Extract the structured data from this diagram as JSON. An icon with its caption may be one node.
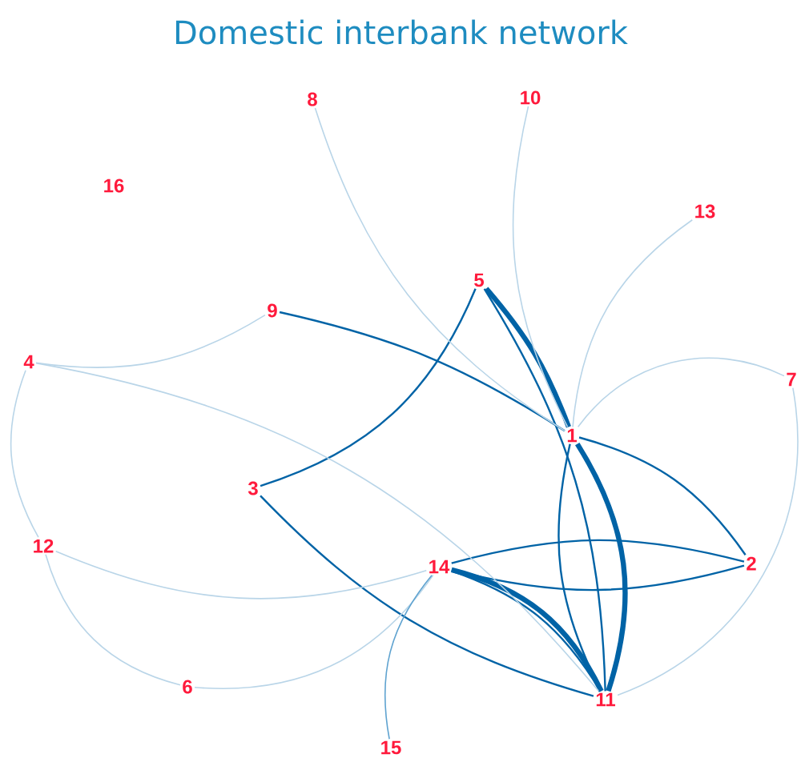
{
  "diagram": {
    "title": "Domestic interbank network",
    "nodes": [
      {
        "text": [
          "1"
        ]
      },
      {
        "text": [
          "2"
        ]
      },
      {
        "text": [
          "3"
        ]
      },
      {
        "text": [
          "4"
        ]
      },
      {
        "text": [
          "5"
        ]
      },
      {
        "text": [
          "6"
        ]
      },
      {
        "text": [
          "7"
        ]
      },
      {
        "text": [
          "8"
        ]
      },
      {
        "text": [
          "9"
        ]
      },
      {
        "text": [
          "10"
        ]
      },
      {
        "text": [
          "11"
        ]
      },
      {
        "text": [
          "12"
        ]
      },
      {
        "text": [
          "13"
        ]
      },
      {
        "text": [
          "14"
        ]
      },
      {
        "text": [
          "15"
        ]
      },
      {
        "text": [
          "16"
        ]
      }
    ],
    "edges": [
      {
        "from": 0,
        "to": 10,
        "arrow": "none",
        "style": "thick"
      },
      {
        "from": 10,
        "to": 0,
        "arrow": "none"
      },
      {
        "from": 13,
        "to": 10,
        "arrow": "none",
        "style": "thick"
      },
      {
        "from": 13,
        "to": 10,
        "arrow": "none"
      },
      {
        "from": 4,
        "to": 0,
        "arrow": "none",
        "style": "thick"
      },
      {
        "from": 4,
        "to": 10,
        "arrow": "none"
      },
      {
        "from": 4,
        "to": 2,
        "arrow": "none"
      },
      {
        "from": 8,
        "to": 0,
        "arrow": "none"
      },
      {
        "from": 2,
        "to": 10,
        "arrow": "none"
      },
      {
        "from": 0,
        "to": 1,
        "arrow": "none"
      },
      {
        "from": 13,
        "to": 1,
        "arrow": "none"
      },
      {
        "from": 1,
        "to": 13,
        "arrow": "none"
      },
      {
        "from": 7,
        "to": 0,
        "arrow": "none",
        "color": "#b9d5e8"
      },
      {
        "from": 9,
        "to": 0,
        "arrow": "none",
        "color": "#b9d5e8"
      },
      {
        "from": 12,
        "to": 0,
        "arrow": "none",
        "color": "#b9d5e8"
      },
      {
        "from": 6,
        "to": 0,
        "arrow": "none",
        "color": "#b9d5e8"
      },
      {
        "from": 6,
        "to": 10,
        "arrow": "none",
        "color": "#b9d5e8"
      },
      {
        "from": 3,
        "to": 8,
        "arrow": "none",
        "color": "#b9d5e8"
      },
      {
        "from": 3,
        "to": 10,
        "arrow": "none",
        "color": "#b9d5e8"
      },
      {
        "from": 3,
        "to": 11,
        "arrow": "none",
        "color": "#b9d5e8"
      },
      {
        "from": 11,
        "to": 13,
        "arrow": "none",
        "color": "#b9d5e8"
      },
      {
        "from": 11,
        "to": 5,
        "arrow": "none",
        "color": "#b9d5e8"
      },
      {
        "from": 5,
        "to": 13,
        "arrow": "none",
        "color": "#b9d5e8"
      },
      {
        "from": 13,
        "to": 14,
        "arrow": "none",
        "color": "#5fa3d0"
      }
    ]
  }
}
